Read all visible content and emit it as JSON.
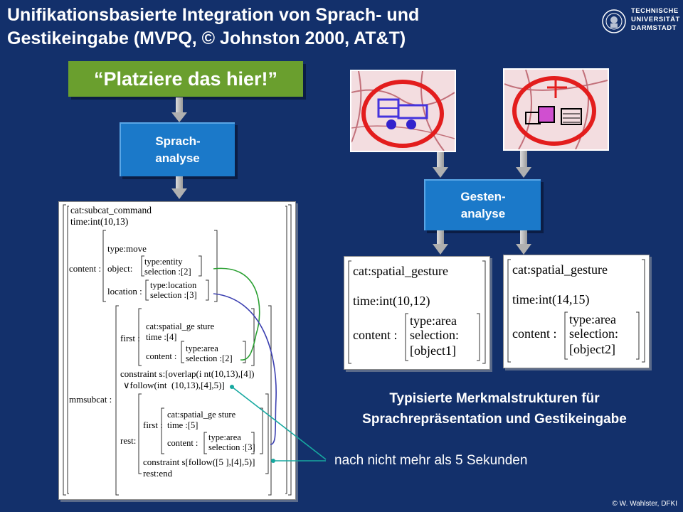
{
  "title": {
    "line1": "Unifikationsbasierte Integration von Sprach- und",
    "line2": "Gestikeingabe (MVPQ, © Johnston 2000, AT&T)"
  },
  "logo": {
    "line1": "TECHNISCHE",
    "line2": "UNIVERSITÄT",
    "line3": "DARMSTADT"
  },
  "speech_input": "“Platziere das hier!”",
  "speech_analysis": {
    "line1": "Sprach-",
    "line2": "analyse"
  },
  "gesture_analysis": {
    "line1": "Gesten-",
    "line2": "analyse"
  },
  "command_fs": {
    "cat": "cat:subcat_command",
    "time": "time:int(10,13)",
    "type_move": "type:move",
    "content_label": "content :",
    "object_label": "object:",
    "type_entity": "type:entity",
    "selection2": "selection :[2]",
    "location_label": "location :",
    "type_location": "type:location",
    "selection3": "selection :[3]",
    "mmsubcat_label": "mmsubcat :",
    "first_label": "first :",
    "first_cat": "cat:spatial_ge sture",
    "first_time": "time :[4]",
    "first_content": "content :",
    "first_type": "type:area",
    "first_sel": "selection :[2]",
    "constraint1a": "constraint s:[overlap(i nt(10,13),[4])",
    "constraint1b": "∨follow(int  (10,13),[4],5)]",
    "rest_label": "rest:",
    "rest_first_label": "first :",
    "rest_cat": "cat:spatial_ge sture",
    "rest_time": "time :[5]",
    "rest_content": "content :",
    "rest_type": "type:area",
    "rest_sel": "selection :[3]",
    "constraint2": "constraint s[follow([5 ],[4],5)]",
    "rest_end": "rest:end"
  },
  "gesture_fs1": {
    "cat": "cat:spatial_gesture",
    "time": "time:int(10,12)",
    "content_label": "content :",
    "type": "type:area",
    "selection": "selection:",
    "object": "[object1]"
  },
  "gesture_fs2": {
    "cat": "cat:spatial_gesture",
    "time": "time:int(14,15)",
    "content_label": "content :",
    "type": "type:area",
    "selection": "selection:",
    "object": "[object2]"
  },
  "caption": {
    "line1": "Typisierte Merkmalstrukturen für",
    "line2": "Sprachrepräsentation und Gestikeingabe"
  },
  "note": "nach nicht mehr als 5 Sekunden",
  "copyright": "© W. Wahlster, DFKI"
}
